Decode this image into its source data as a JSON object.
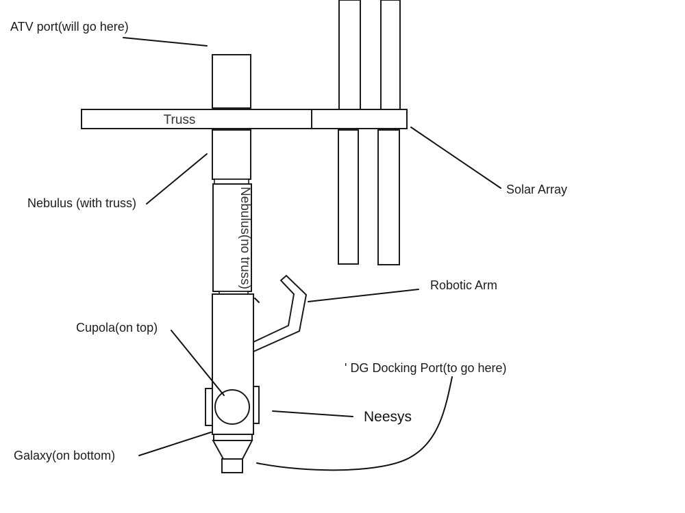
{
  "labels": {
    "atv_port": "ATV port(will go here)",
    "truss": "Truss",
    "nebulus_with_truss": "Nebulus (with truss)",
    "nebulus_no_truss": "Nebulus(no truss)",
    "solar_array": "Solar Array",
    "robotic_arm": "Robotic Arm",
    "cupola": "Cupola(on top)",
    "dg_docking_port": "' DG Docking Port(to go here)",
    "neesys": "Neesys",
    "galaxy": "Galaxy(on bottom)"
  },
  "colors": {
    "background": "#ffffff",
    "stroke": "#1a1a1a",
    "text": "#1c1c1c"
  }
}
